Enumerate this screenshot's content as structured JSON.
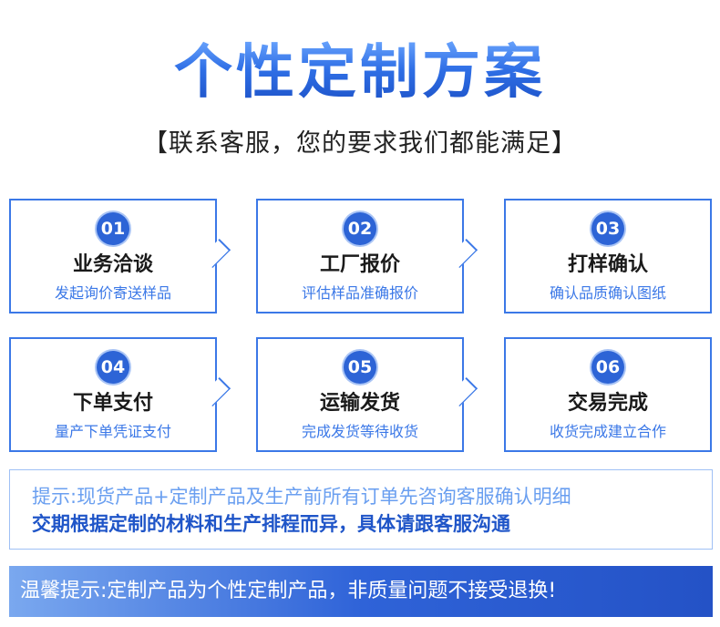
{
  "header": {
    "title": "个性定制方案",
    "subtitle": "【联系客服，您的要求我们都能满足】"
  },
  "steps": [
    {
      "number": "01",
      "title": "业务洽谈",
      "desc": "发起询价寄送样品"
    },
    {
      "number": "02",
      "title": "工厂报价",
      "desc": "评估样品准确报价"
    },
    {
      "number": "03",
      "title": "打样确认",
      "desc": "确认品质确认图纸"
    },
    {
      "number": "04",
      "title": "下单支付",
      "desc": "量产下单凭证支付"
    },
    {
      "number": "05",
      "title": "运输发货",
      "desc": "完成发货等待收货"
    },
    {
      "number": "06",
      "title": "交易完成",
      "desc": "收货完成建立合作"
    }
  ],
  "notice": {
    "line1": "提示:现货产品+定制产品及生产前所有订单先咨询客服确认明细",
    "line2": "交期根据定制的材料和生产排程而异，具体请跟客服沟通"
  },
  "banner": {
    "text": "温馨提示:定制产品为个性定制产品，非质量问题不接受退换!"
  },
  "colors": {
    "accent": "#3b78e7",
    "badge": "#2d64d6",
    "banner_start": "#7aa8ef",
    "banner_end": "#2452c6"
  }
}
